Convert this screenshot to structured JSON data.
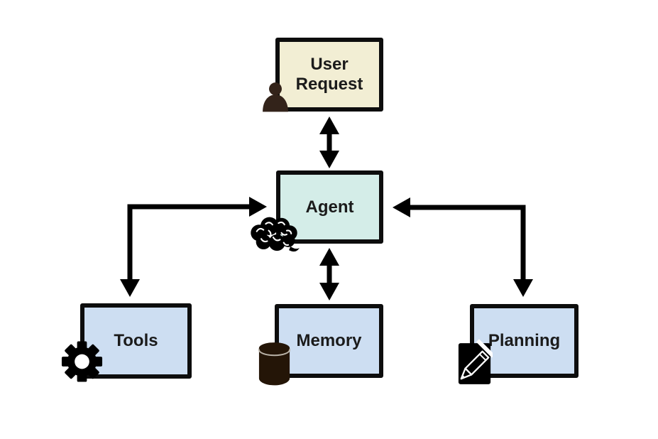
{
  "diagram": {
    "background_color": "#ffffff",
    "border_color": "#0d0d0d",
    "arrow_color": "#000000",
    "text_color": "#1b1b1b",
    "nodes": [
      {
        "id": "user_request",
        "label": "User Request",
        "fill": "#f2eed4",
        "icon": "person-icon",
        "icon_color": "#33231a"
      },
      {
        "id": "agent",
        "label": "Agent",
        "fill": "#d4ede8",
        "icon": "brain-icon",
        "icon_color": "#000000"
      },
      {
        "id": "tools",
        "label": "Tools",
        "fill": "#cddef2",
        "icon": "gear-icon",
        "icon_color": "#000000"
      },
      {
        "id": "memory",
        "label": "Memory",
        "fill": "#cddef2",
        "icon": "database-icon",
        "icon_color": "#241507"
      },
      {
        "id": "planning",
        "label": "Planning",
        "fill": "#cddef2",
        "icon": "pencil-note-icon",
        "icon_color": "#000000"
      }
    ],
    "edges": [
      {
        "from": "user_request",
        "to": "agent",
        "style": "straight",
        "heads": "both"
      },
      {
        "from": "agent",
        "to": "memory",
        "style": "straight",
        "heads": "both"
      },
      {
        "from": "tools",
        "to": "agent",
        "style": "elbow",
        "heads": "both"
      },
      {
        "from": "planning",
        "to": "agent",
        "style": "elbow",
        "heads": "both"
      }
    ]
  }
}
